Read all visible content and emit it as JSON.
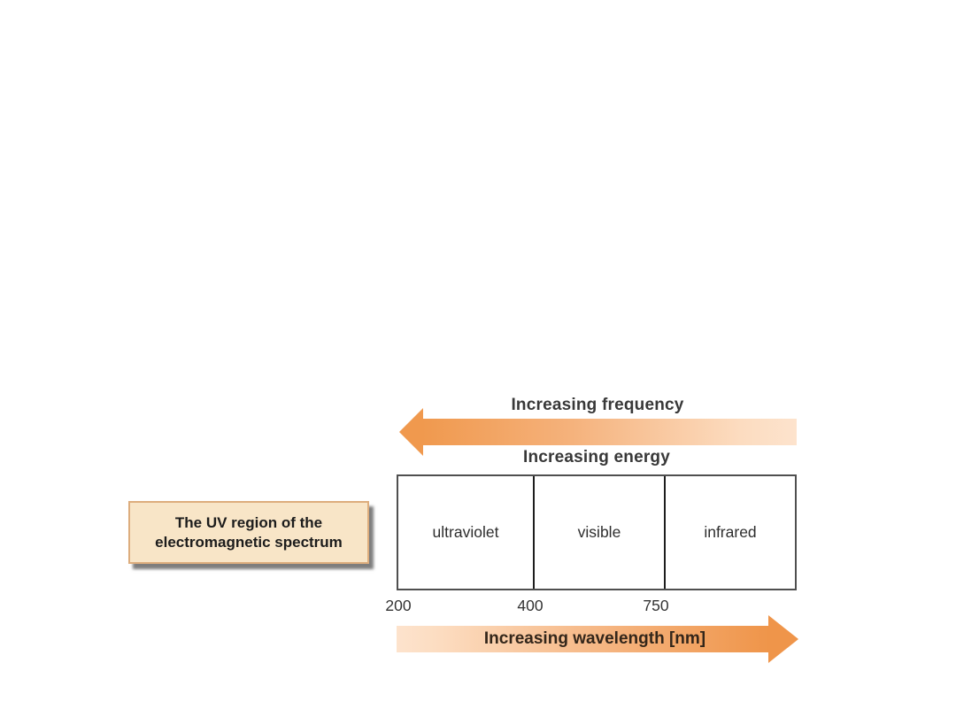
{
  "figure": {
    "top_arrow": {
      "label": "Increasing frequency",
      "direction": "left"
    },
    "energy_label": "Increasing energy",
    "spectrum_box": {
      "regions": [
        {
          "label": "ultraviolet"
        },
        {
          "label": "visible"
        },
        {
          "label": "infrared"
        }
      ],
      "ticks": [
        "200",
        "400",
        "750"
      ]
    },
    "bottom_arrow": {
      "label": "Increasing wavelength [nm]",
      "direction": "right"
    },
    "caption": {
      "line1": "The UV region of the",
      "line2": "electromagnetic spectrum"
    },
    "colors": {
      "arrow_orange": "#f0994e",
      "arrow_peach": "#fcdcc0",
      "caption_background": "#f8e5c7",
      "caption_border": "#ddad7d",
      "background": "#ffffff"
    }
  }
}
